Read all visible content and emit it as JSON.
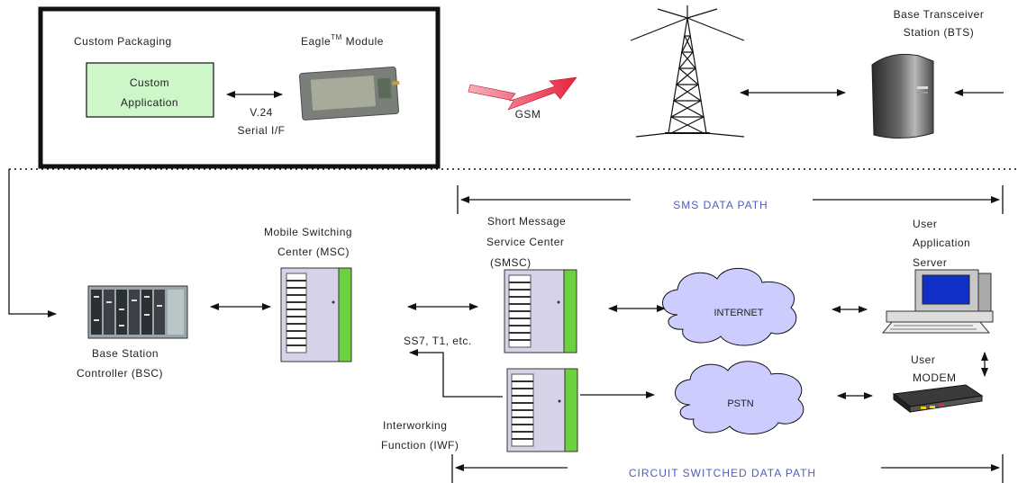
{
  "device": {
    "packaging_label": "Custom Packaging",
    "module_name": "Eagle",
    "module_tm": "TM",
    "module_suffix": " Module",
    "app_line1": "Custom",
    "app_line2": "Application",
    "interface_line1": "V.24",
    "interface_line2": "Serial I/F"
  },
  "radio_label": "GSM",
  "bts": {
    "line1": "Base Transceiver",
    "line2": "Station (BTS)"
  },
  "paths": {
    "sms": "SMS DATA PATH",
    "circuit": "CIRCUIT SWITCHED DATA PATH"
  },
  "bsc": {
    "line1": "Base Station",
    "line2": "Controller (BSC)"
  },
  "msc": {
    "line1": "Mobile Switching",
    "line2": "Center (MSC)"
  },
  "smsc": {
    "line1": "Short Message",
    "line2": "Service Center",
    "line3": "(SMSC)"
  },
  "iwf": {
    "line1": "Interworking",
    "line2": "Function (IWF)"
  },
  "link_label": "SS7, T1, etc.",
  "internet_label": "INTERNET",
  "pstn_label": "PSTN",
  "server": {
    "line1": "User",
    "line2": "Application",
    "line3": "Server"
  },
  "modem": {
    "line1": "User",
    "line2": "MODEM"
  },
  "colors": {
    "app_box_fill": "#cdf7c9",
    "cloud_fill": "#ccccff",
    "path_text": "#4a5fc4",
    "switch_green": "#6bd13e",
    "switch_panel": "#d8d2e8",
    "arrow_red": "#e8233c",
    "monitor_screen": "#1030c8"
  }
}
